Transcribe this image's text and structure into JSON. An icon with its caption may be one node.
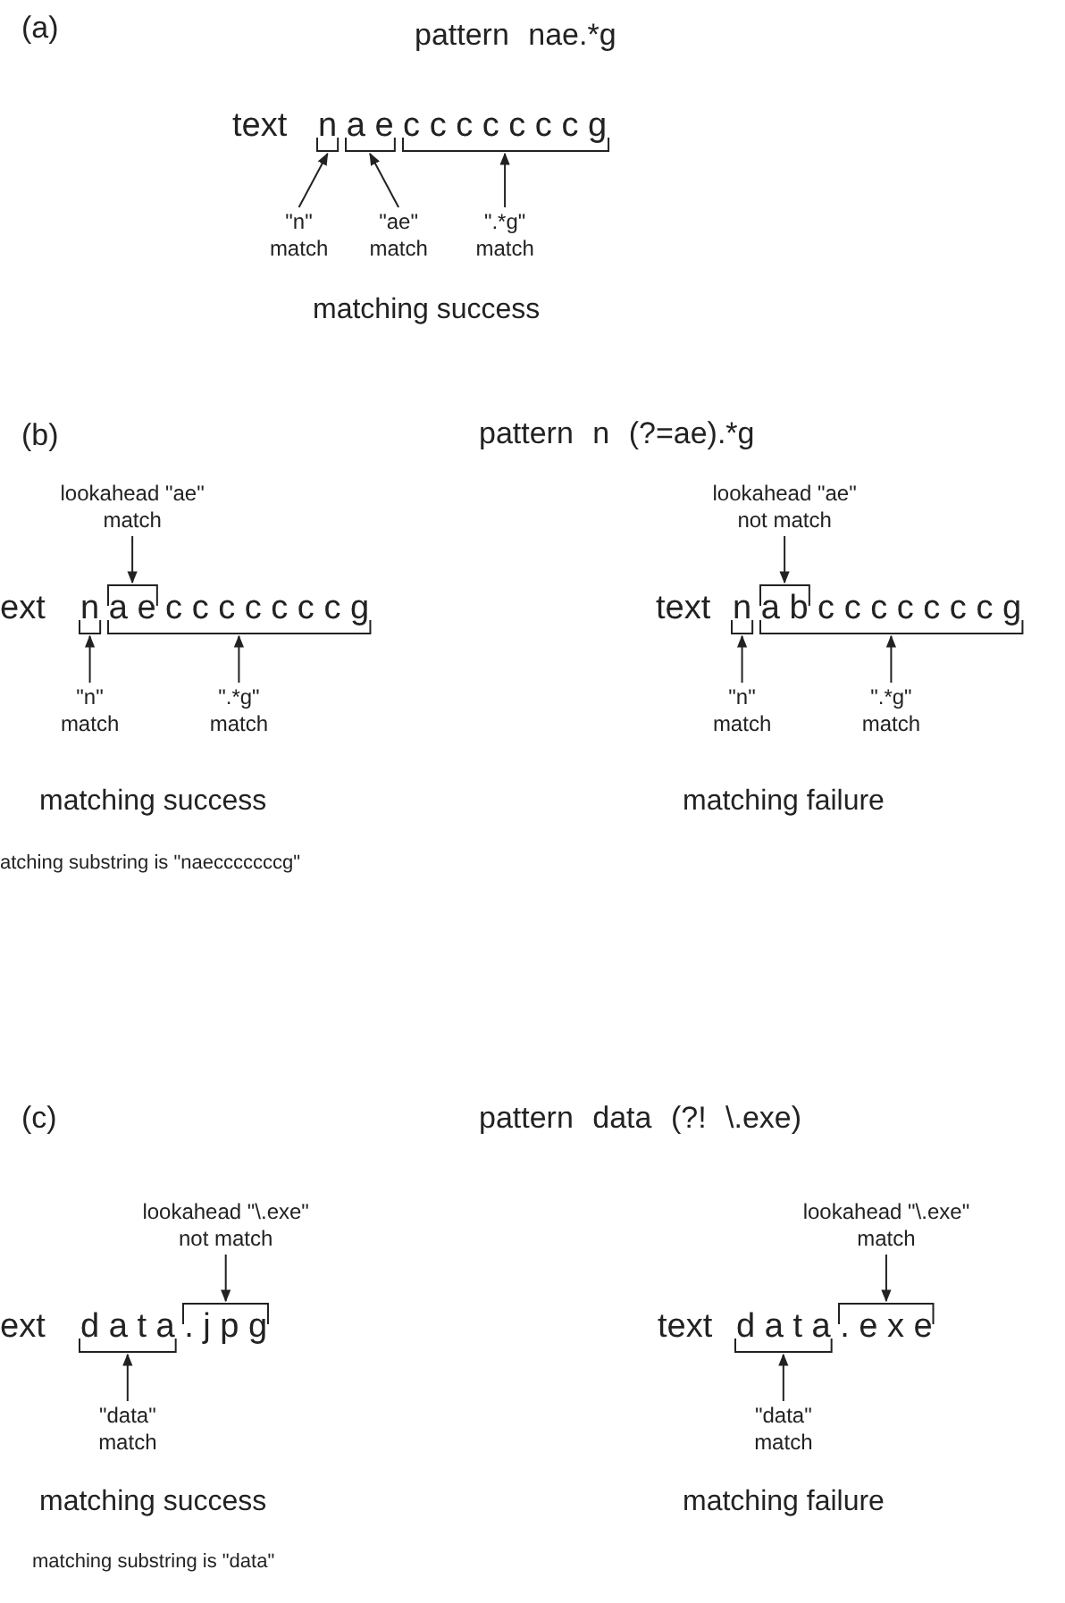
{
  "diagram": {
    "nodes": [
      {
        "text": [
          "\"n\" match"
        ]
      },
      {
        "text": [],
        "shape": "bracket"
      },
      {
        "text": [
          "\"ae\" match"
        ]
      },
      {
        "text": [],
        "shape": "bracket"
      },
      {
        "text": [
          "\".*g\" match"
        ]
      },
      {
        "text": [],
        "shape": "bracket"
      },
      {
        "text": [
          "lookahead \"ae\" match"
        ]
      },
      {
        "text": [],
        "shape": "bracket"
      },
      {
        "text": [],
        "shape": "bracket"
      },
      {
        "text": [],
        "shape": "bracket"
      },
      {
        "text": [
          "\"n\" match"
        ]
      },
      {
        "text": [
          "\".*g\" match"
        ]
      },
      {
        "text": [
          "lookahead \"ae\" not match"
        ]
      },
      {
        "text": [],
        "shape": "bracket"
      },
      {
        "text": [],
        "shape": "bracket"
      },
      {
        "text": [],
        "shape": "bracket"
      },
      {
        "text": [
          "\"n\" match"
        ]
      },
      {
        "text": [
          "\".*g\" match"
        ]
      },
      {
        "text": [
          "lookahead \"\\.exe\" not match"
        ]
      },
      {
        "text": [],
        "shape": "bracket"
      },
      {
        "text": [],
        "shape": "bracket"
      },
      {
        "text": [
          "\"data\" match"
        ]
      },
      {
        "text": [
          "lookahead \"\\.exe\" match"
        ]
      },
      {
        "text": [],
        "shape": "bracket"
      },
      {
        "text": [],
        "shape": "bracket"
      },
      {
        "text": [
          "\"data\" match"
        ]
      }
    ],
    "edges": [
      {
        "from": 0,
        "to": 1,
        "arrow": "to"
      },
      {
        "from": 2,
        "to": 3,
        "arrow": "to"
      },
      {
        "from": 4,
        "to": 5,
        "arrow": "to"
      },
      {
        "from": 6,
        "to": 7,
        "arrow": "to"
      },
      {
        "from": 10,
        "to": 8,
        "arrow": "to"
      },
      {
        "from": 11,
        "to": 9,
        "arrow": "to"
      },
      {
        "from": 12,
        "to": 13,
        "arrow": "to"
      },
      {
        "from": 16,
        "to": 14,
        "arrow": "to"
      },
      {
        "from": 17,
        "to": 15,
        "arrow": "to"
      },
      {
        "from": 18,
        "to": 19,
        "arrow": "to"
      },
      {
        "from": 21,
        "to": 20,
        "arrow": "to"
      },
      {
        "from": 22,
        "to": 23,
        "arrow": "to"
      },
      {
        "from": 25,
        "to": 24,
        "arrow": "to"
      }
    ],
    "labels": [
      "(a)",
      "pattern nae.*g",
      "text",
      "n a e c c c c c c c g",
      "matching success",
      "(b)",
      "pattern n (?=ae).*g",
      "ext",
      "n a e c c c c c c c g",
      "matching success",
      "atching substring is \"naecccccccg\"",
      "text",
      "n a b c c c c c c c g",
      "matching failure",
      "(c)",
      "pattern data (?! \\.exe)",
      "ext",
      "d a t a . j p g",
      "matching success",
      "matching substring is \"data\"",
      "text",
      "d a t a . e x e",
      "matching failure"
    ]
  }
}
